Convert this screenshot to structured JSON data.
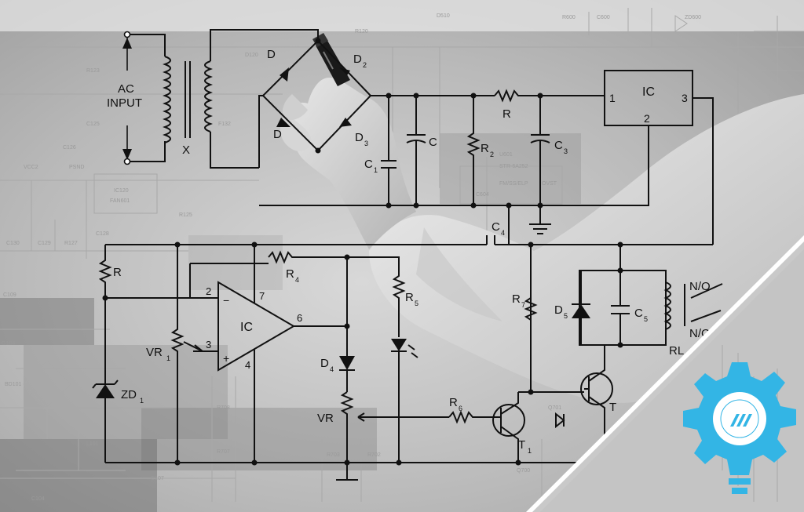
{
  "schematic": {
    "labels": {
      "ac_input_line1": "AC",
      "ac_input_line2": "INPUT",
      "transformer": "X",
      "d_bridge": "D",
      "d1": "D",
      "d2": "D",
      "d3": "D",
      "d2_sub": "2",
      "d3_sub": "3",
      "c1": "C",
      "c1_sub": "1",
      "c": "C",
      "r_series": "R",
      "r2": "R",
      "r2_sub": "2",
      "c3": "C",
      "c3_sub": "3",
      "regulator": "IC",
      "pin1": "1",
      "pin2": "2",
      "pin3": "3",
      "c4": "C",
      "c4_sub": "4",
      "r_left": "R",
      "r4": "R",
      "r4_sub": "4",
      "r5": "R",
      "r5_sub": "5",
      "opamp": "IC",
      "op_pin2": "2",
      "op_pin3": "3",
      "op_pin4": "4",
      "op_pin6": "6",
      "op_pin7": "7",
      "op_plus": "+",
      "op_minus": "−",
      "vr1": "VR",
      "vr1_sub": "1",
      "zd1": "ZD",
      "zd1_sub": "1",
      "d4": "D",
      "d4_sub": "4",
      "vr": "VR",
      "r6": "R",
      "r6_sub": "6",
      "t1": "T",
      "t1_sub": "1",
      "t2": "T",
      "r7": "R",
      "r7_sub": "7",
      "d5": "D",
      "d5_sub": "5",
      "c5": "C",
      "c5_sub": "5",
      "relay_no": "N/O",
      "relay_nc": "N/C",
      "relay": "RL"
    },
    "background_labels": [
      "D510",
      "R120",
      "R600",
      "C600",
      "ZD600",
      "PSND",
      "VCC2",
      "IC120",
      "FAN601",
      "R125",
      "C130",
      "C129",
      "R127",
      "C128",
      "C109",
      "G108",
      "BD101",
      "L101",
      "C107",
      "C104",
      "R708",
      "R707",
      "R703",
      "R702",
      "U601",
      "STR-6A252",
      "FM/SS/ELP",
      "OVST",
      "C604",
      "Q700",
      "Q701",
      "C125",
      "C126",
      "F132",
      "D120",
      "R123"
    ],
    "colors": {
      "line": "#111111",
      "accent": "#33b5e5"
    }
  },
  "logo": {
    "icon": "gear-lightbulb-icon",
    "color": "#33b5e5"
  }
}
